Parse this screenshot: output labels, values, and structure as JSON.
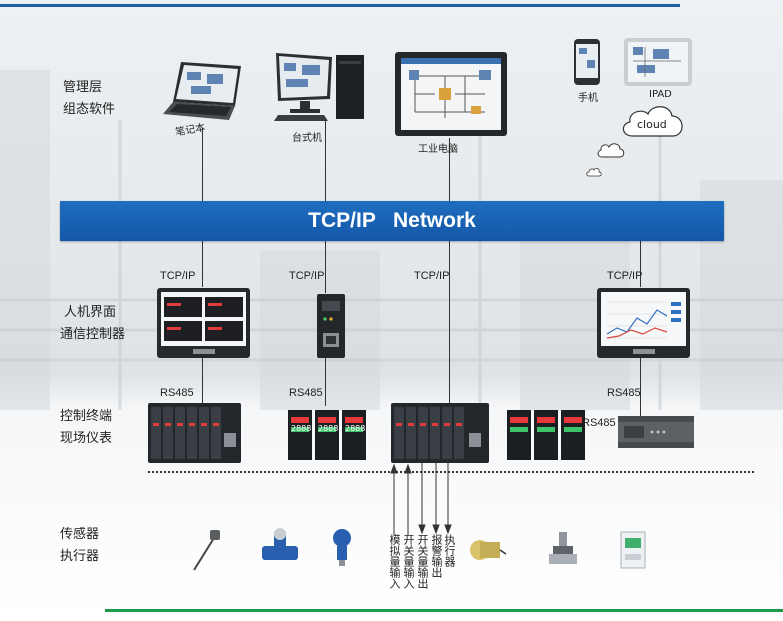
{
  "network": {
    "title": "TCP/IP   Network"
  },
  "layers": {
    "management": [
      "管理层",
      "组态软件"
    ],
    "hmi": [
      "人机界面",
      "通信控制器"
    ],
    "terminal": [
      "控制终端",
      "现场仪表"
    ],
    "sensor": [
      "传感器",
      "执行器"
    ]
  },
  "devices": {
    "laptop": "笔记本",
    "desktop": "台式机",
    "ipc": "工业电脑",
    "phone": "手机",
    "ipad": "IPAD",
    "cloud": "cloud"
  },
  "protocols": {
    "tcpip_1": "TCP/IP",
    "tcpip_2": "TCP/IP",
    "tcpip_3": "TCP/IP",
    "tcpip_4": "TCP/IP",
    "rs485_1": "RS485",
    "rs485_2": "RS485",
    "rs485_3": "RS485",
    "rs485_4": "RS485"
  },
  "io_signals": [
    "模拟量输入",
    "开关量输入",
    "开关量输出",
    "报警输出",
    "执行器"
  ],
  "meter_readings": [
    "2888",
    "2888",
    "2888"
  ],
  "colors": {
    "network_bar": "#1a63b5",
    "top_line": "#1f5fa8",
    "bottom_line": "#1f9a4a"
  }
}
